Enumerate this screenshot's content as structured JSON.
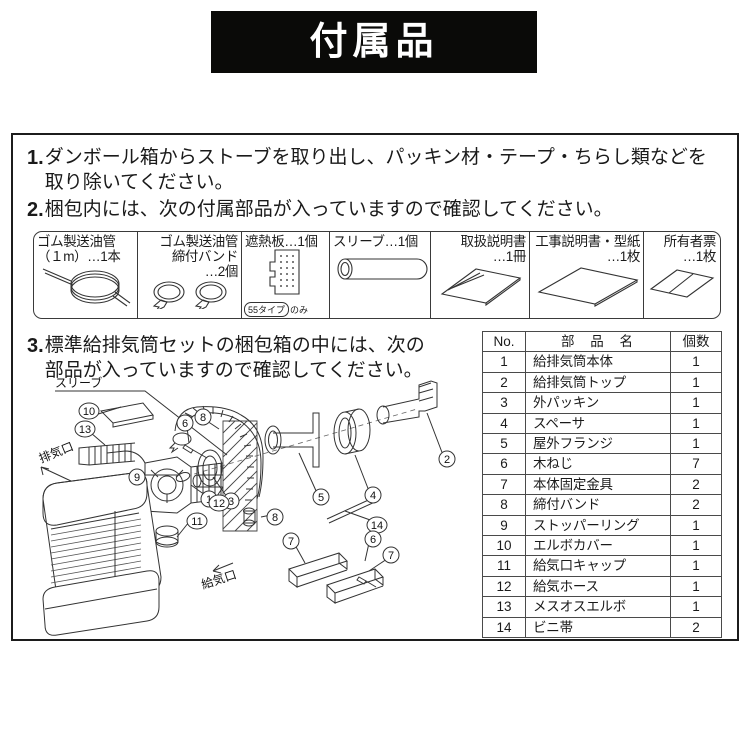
{
  "title": {
    "text": "付属品"
  },
  "steps": [
    {
      "num": "1.",
      "text": "ダンボール箱からストーブを取り出し、パッキン材・テープ・ちらし類などを\n取り除いてください。"
    },
    {
      "num": "2.",
      "text": "梱包内には、次の付属部品が入っていますので確認してください。"
    },
    {
      "num": "3.",
      "text": "標準給排気筒セットの梱包箱の中には、次の\n部品が入っていますので確認してください。"
    }
  ],
  "accessories": [
    {
      "label": "ゴム製送油管\n（１m）…1本",
      "align": "left",
      "icon": "coiled-hose-icon",
      "note": ""
    },
    {
      "label": "ゴム製送油管\n締付バンド\n…2個",
      "align": "right",
      "icon": "hose-clamp-icon",
      "note": ""
    },
    {
      "label": "遮熱板…1個",
      "align": "left",
      "icon": "heat-shield-icon",
      "note_boxed": "55タイプ",
      "note_tail": "のみ"
    },
    {
      "label": "スリーブ…1個",
      "align": "left",
      "icon": "sleeve-tube-icon",
      "note": ""
    },
    {
      "label": "取扱説明書\n…1冊",
      "align": "right",
      "icon": "manual-booklet-icon",
      "note": ""
    },
    {
      "label": "工事説明書・型紙\n…1枚",
      "align": "right",
      "icon": "sheet-paper-icon",
      "note": ""
    },
    {
      "label": "所有者票\n…1枚",
      "align": "right",
      "icon": "owner-card-icon",
      "note": ""
    }
  ],
  "parts_table": {
    "headers": {
      "no": "No.",
      "name": "部 品 名",
      "qty": "個数"
    },
    "rows": [
      {
        "no": "1",
        "name": "給排気筒本体",
        "qty": "1"
      },
      {
        "no": "2",
        "name": "給排気筒トップ",
        "qty": "1"
      },
      {
        "no": "3",
        "name": "外パッキン",
        "qty": "1"
      },
      {
        "no": "4",
        "name": "スペーサ",
        "qty": "1"
      },
      {
        "no": "5",
        "name": "屋外フランジ",
        "qty": "1"
      },
      {
        "no": "6",
        "name": "木ねじ",
        "qty": "7"
      },
      {
        "no": "7",
        "name": "本体固定金具",
        "qty": "2"
      },
      {
        "no": "8",
        "name": "締付バンド",
        "qty": "2"
      },
      {
        "no": "9",
        "name": "ストッパーリング",
        "qty": "1"
      },
      {
        "no": "10",
        "name": "エルボカバー",
        "qty": "1"
      },
      {
        "no": "11",
        "name": "給気口キャップ",
        "qty": "1"
      },
      {
        "no": "12",
        "name": "給気ホース",
        "qty": "1"
      },
      {
        "no": "13",
        "name": "メスオスエルボ",
        "qty": "1"
      },
      {
        "no": "14",
        "name": "ビニ帯",
        "qty": "2"
      }
    ]
  },
  "diagram": {
    "labels": {
      "sleeve": "スリーブ",
      "exhaust_port": "排気口",
      "intake_port": "給気口"
    },
    "callouts": [
      "1",
      "2",
      "3",
      "4",
      "5",
      "6",
      "7",
      "8",
      "9",
      "10",
      "11",
      "12",
      "13",
      "14"
    ]
  },
  "colors": {
    "title_bg": "#0a0a08",
    "title_fg": "#ffffff",
    "border": "#1c1c1c",
    "line": "#3a3a3a",
    "page_bg": "#ffffff"
  }
}
